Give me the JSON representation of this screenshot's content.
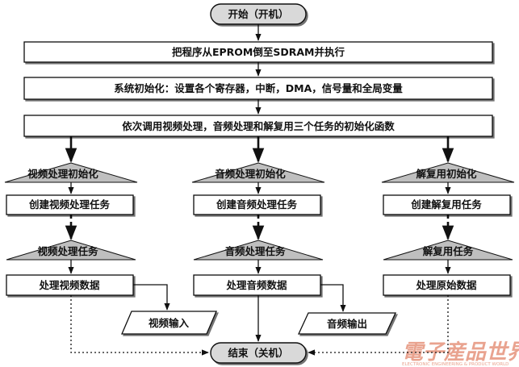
{
  "start": "开始（开机）",
  "end": "结束（关机）",
  "steps": {
    "load": "把程序从EPROM倒至SDRAM并执行",
    "init_sys": "系统初始化：设置各个寄存器，中断，DMA，信号量和全局变量",
    "init_calls": "依次调用视频处理，音频处理和解复用三个任务的初始化函数"
  },
  "video": {
    "init": "视频处理初始化",
    "create": "创建视频处理任务",
    "task": "视频处理任务",
    "process": "处理视频数据",
    "io": "视频输入"
  },
  "audio": {
    "init": "音频处理初始化",
    "create": "创建音频处理任务",
    "task": "音频处理任务",
    "process": "处理音频数据",
    "io": "音频输出"
  },
  "demux": {
    "init": "解复用初始化",
    "create": "创建解复用任务",
    "task": "解复用任务",
    "process": "处理原始数据"
  },
  "watermark": {
    "title": "電子産品世界",
    "subtitle": "ELECTRONIC ENGINEERING & PRODUCT WORLD"
  }
}
